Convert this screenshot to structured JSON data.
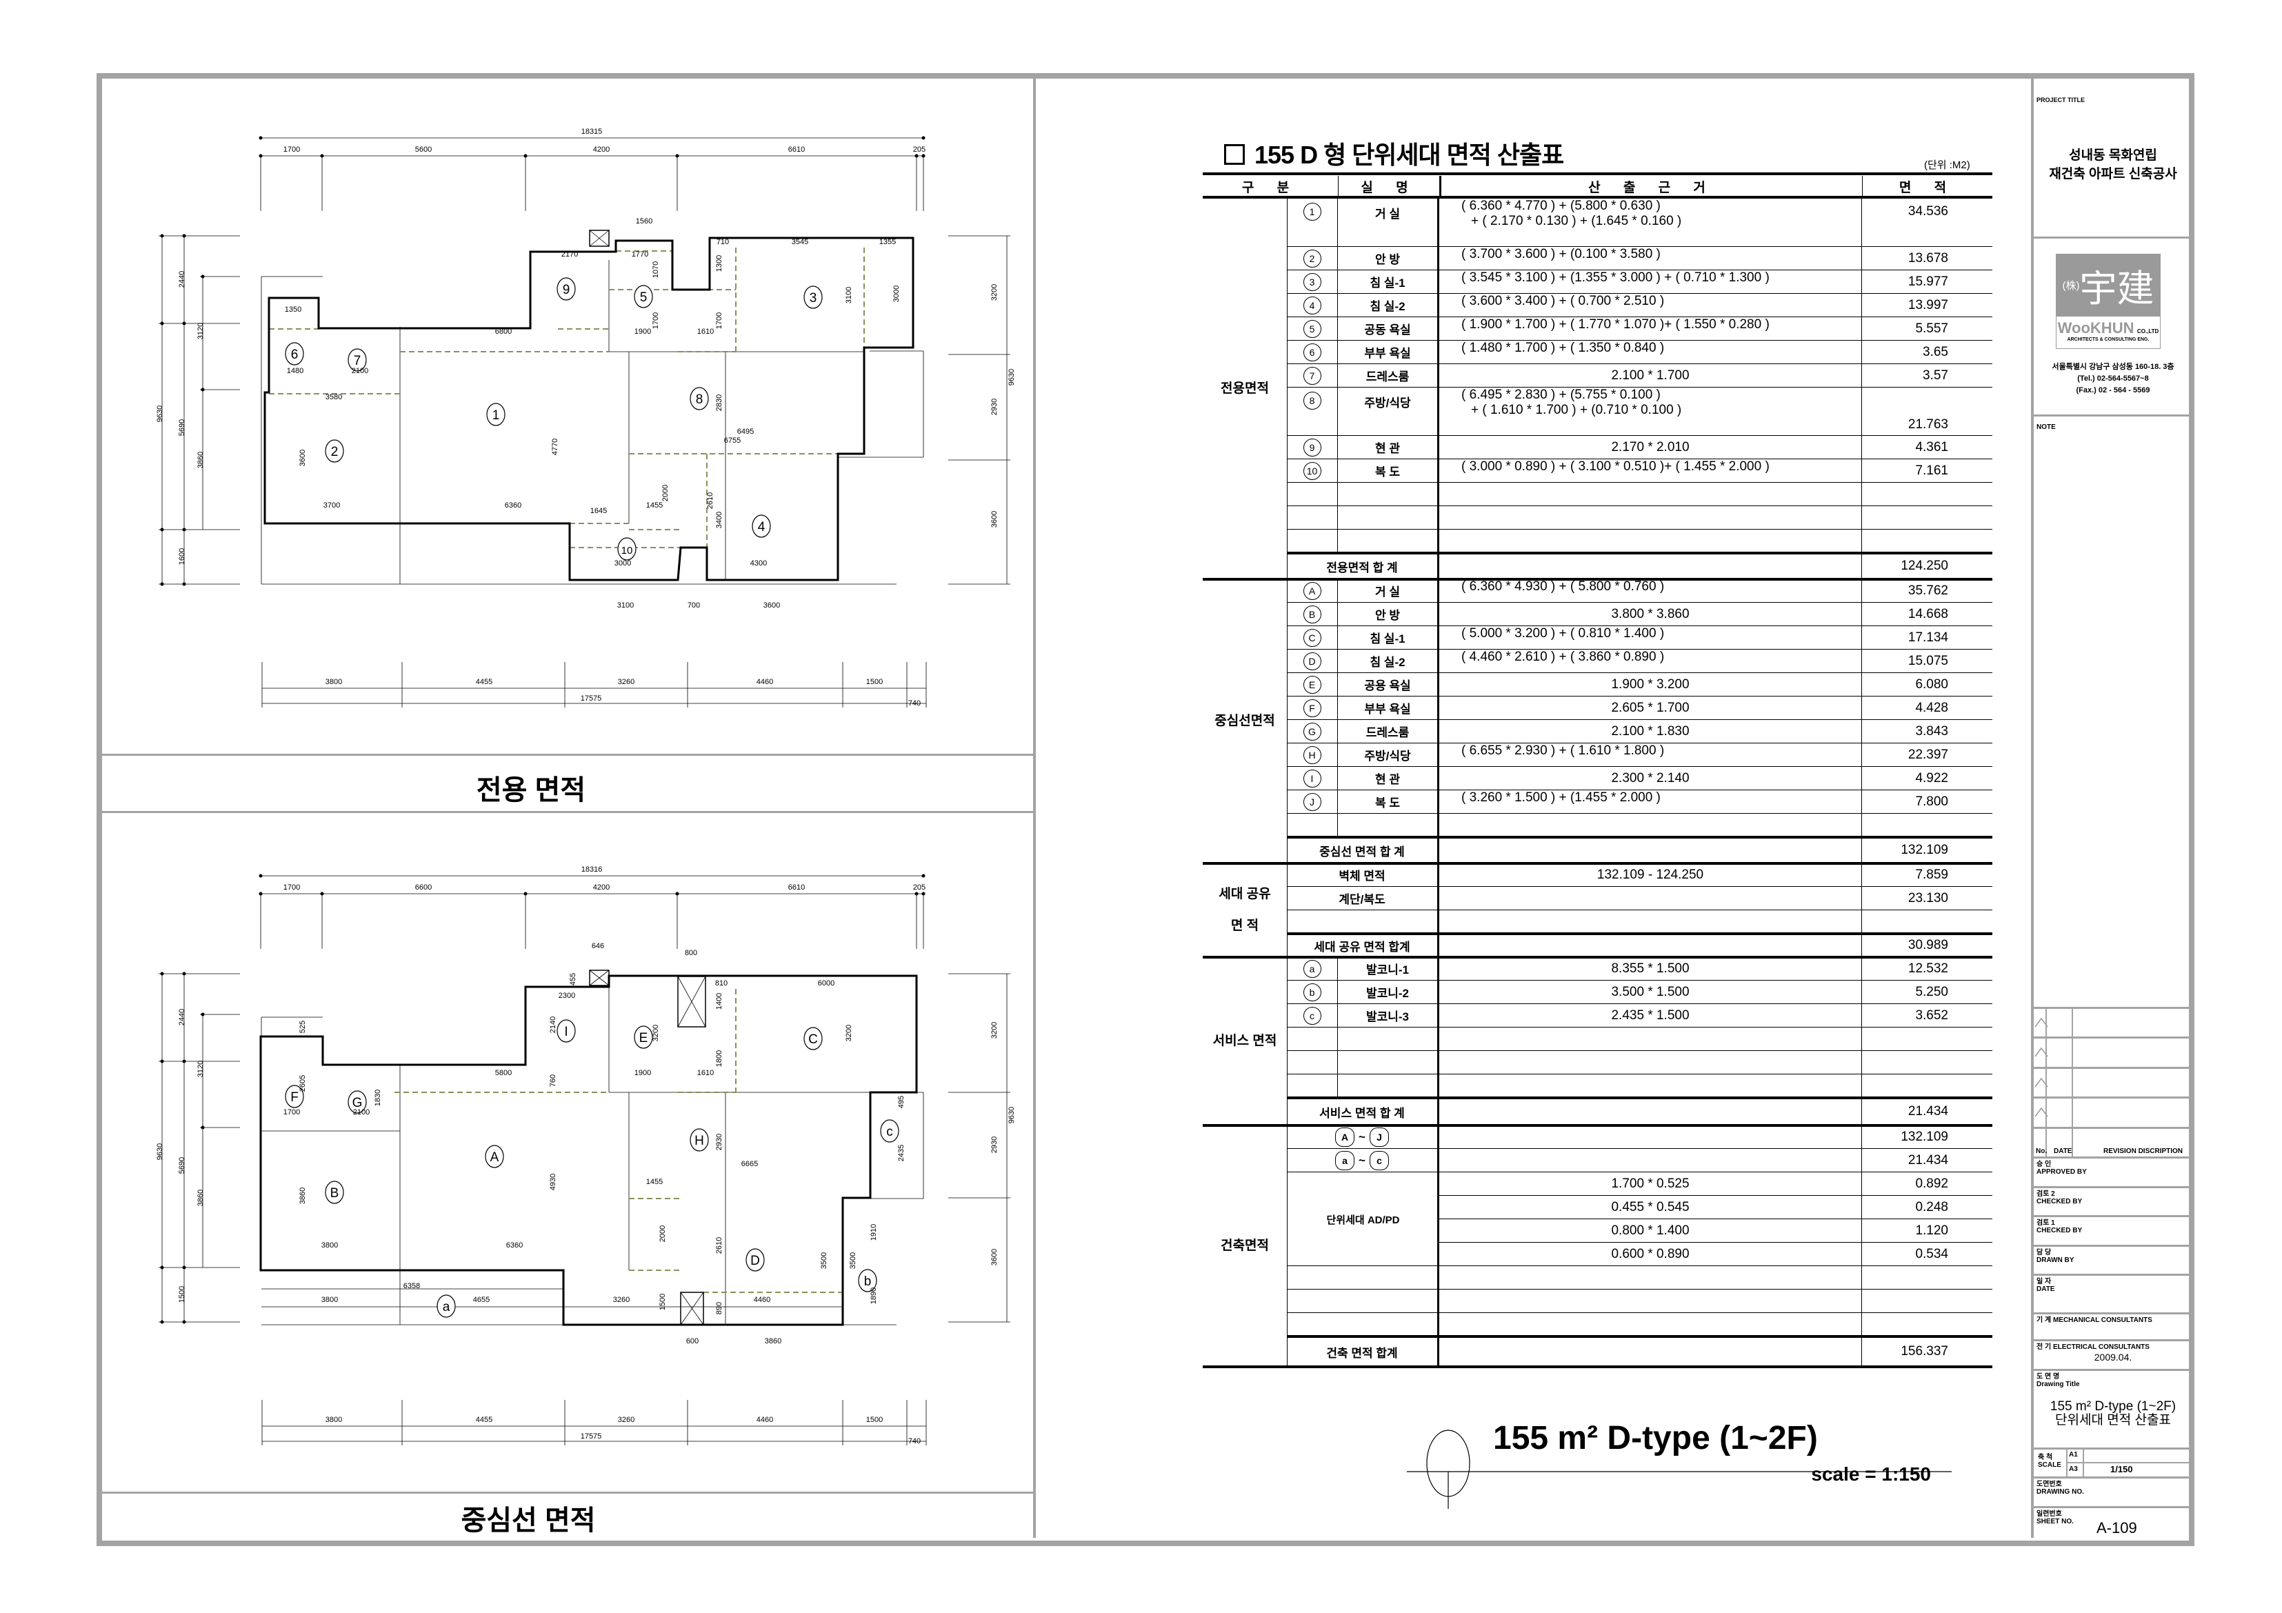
{
  "left_panel": {
    "top_caption": "전용 면적",
    "bottom_caption": "중심선 면적",
    "top_plan": {
      "rooms": [
        "1",
        "2",
        "3",
        "4",
        "5",
        "6",
        "7",
        "8",
        "9",
        "10"
      ],
      "dims": [
        "18315",
        "1700",
        "5600",
        "4200",
        "6610",
        "205",
        "9630",
        "2440",
        "5690",
        "1600",
        "3120",
        "3860",
        "1560",
        "2170",
        "1770",
        "710",
        "3545",
        "1355",
        "1300",
        "3100",
        "3000",
        "1070",
        "1700",
        "1700",
        "1900",
        "1610",
        "6800",
        "1350",
        "1480",
        "2100",
        "3580",
        "2830",
        "6495",
        "6755",
        "4770",
        "3600",
        "3700",
        "6360",
        "1645",
        "1455",
        "2000",
        "2610",
        "3400",
        "3000",
        "4300",
        "3100",
        "700",
        "3600",
        "3800",
        "4455",
        "3260",
        "4460",
        "1500",
        "17575",
        "740",
        "3200",
        "2930",
        "3600",
        "9630"
      ]
    },
    "bottom_plan": {
      "rooms": [
        "A",
        "B",
        "C",
        "D",
        "E",
        "F",
        "G",
        "H",
        "I",
        "c",
        "b",
        "a"
      ],
      "dims": [
        "18316",
        "1700",
        "6600",
        "4200",
        "6610",
        "205",
        "9630",
        "2440",
        "5690",
        "1500",
        "3120",
        "3860",
        "646",
        "800",
        "455",
        "2300",
        "810",
        "6000",
        "1400",
        "3200",
        "3200",
        "2140",
        "1800",
        "5800",
        "1900",
        "1610",
        "760",
        "525",
        "2605",
        "1830",
        "1700",
        "2100",
        "495",
        "2435",
        "2930",
        "6665",
        "4930",
        "3860",
        "1455",
        "3800",
        "6360",
        "2000",
        "2610",
        "3500",
        "3500",
        "1910",
        "1890",
        "6358",
        "3800",
        "4655",
        "3260",
        "1500",
        "890",
        "4460",
        "600",
        "3860",
        "3800",
        "4455",
        "3260",
        "4460",
        "1500",
        "17575",
        "740",
        "3200",
        "2930",
        "3600",
        "9630"
      ]
    }
  },
  "table": {
    "title": "155 D 형 단위세대 면적 산출표",
    "unit": "(단위 :M2)",
    "headers": {
      "category": "구 분",
      "room": "실 명",
      "basis": "산 출 근 거",
      "area": "면 적"
    },
    "sections": [
      {
        "label": [
          "전용면적"
        ],
        "rows": [
          {
            "marker": "1",
            "name": "거 실",
            "basis": [
              "( 6.360 * 4.770 ) + (5.800 * 0.630 )",
              "+ ( 2.170 * 0.130 ) + (1.645 * 0.160 )"
            ],
            "area": "34.536"
          },
          {
            "marker": "2",
            "name": "안 방",
            "basis": [
              "( 3.700 * 3.600 ) + (0.100 * 3.580 )"
            ],
            "area": "13.678"
          },
          {
            "marker": "3",
            "name": "침 실-1",
            "basis": [
              "( 3.545 * 3.100 ) + (1.355 * 3.000 ) + ( 0.710 * 1.300 )"
            ],
            "area": "15.977"
          },
          {
            "marker": "4",
            "name": "침 실-2",
            "basis": [
              "( 3.600 * 3.400 ) + ( 0.700 * 2.510 )"
            ],
            "area": "13.997"
          },
          {
            "marker": "5",
            "name": "공동 욕실",
            "basis": [
              "( 1.900 * 1.700 ) + ( 1.770 * 1.070 )+ ( 1.550 * 0.280 )"
            ],
            "area": "5.557"
          },
          {
            "marker": "6",
            "name": "부부 욕실",
            "basis": [
              "( 1.480 * 1.700 ) + ( 1.350 * 0.840 )"
            ],
            "area": "3.65"
          },
          {
            "marker": "7",
            "name": "드레스룸",
            "basis": [
              "2.100 * 1.700"
            ],
            "area": "3.57"
          },
          {
            "marker": "8",
            "name": "주방/식당",
            "basis": [
              "( 6.495 * 2.830 ) + (5.755 * 0.100 )",
              "+ ( 1.610 * 1.700 ) + (0.710 * 0.100 )"
            ],
            "area": "21.763"
          },
          {
            "marker": "9",
            "name": "현 관",
            "basis": [
              "2.170 * 2.010"
            ],
            "area": "4.361"
          },
          {
            "marker": "10",
            "name": "복 도",
            "basis": [
              "( 3.000 * 0.890 ) + ( 3.100 * 0.510 )+ ( 1.455 * 2.000 )"
            ],
            "area": "7.161"
          }
        ],
        "total": {
          "label": "전용면적 합 계",
          "area": "124.250"
        }
      },
      {
        "label": [
          "중심선면적"
        ],
        "rows": [
          {
            "marker": "A",
            "name": "거 실",
            "basis": [
              "( 6.360 * 4.930 ) + ( 5.800 * 0.760 )"
            ],
            "area": "35.762"
          },
          {
            "marker": "B",
            "name": "안 방",
            "basis": [
              "3.800 * 3.860"
            ],
            "area": "14.668"
          },
          {
            "marker": "C",
            "name": "침 실-1",
            "basis": [
              "( 5.000 * 3.200 ) + ( 0.810 * 1.400 )"
            ],
            "area": "17.134"
          },
          {
            "marker": "D",
            "name": "침 실-2",
            "basis": [
              "( 4.460 * 2.610 ) + ( 3.860 * 0.890 )"
            ],
            "area": "15.075"
          },
          {
            "marker": "E",
            "name": "공용 욕실",
            "basis": [
              "1.900 * 3.200"
            ],
            "area": "6.080"
          },
          {
            "marker": "F",
            "name": "부부 욕실",
            "basis": [
              "2.605 * 1.700"
            ],
            "area": "4.428"
          },
          {
            "marker": "G",
            "name": "드레스룸",
            "basis": [
              "2.100 * 1.830"
            ],
            "area": "3.843"
          },
          {
            "marker": "H",
            "name": "주방/식당",
            "basis": [
              "( 6.655 * 2.930 ) + ( 1.610 * 1.800 )"
            ],
            "area": "22.397"
          },
          {
            "marker": "I",
            "name": "현 관",
            "basis": [
              "2.300 * 2.140"
            ],
            "area": "4.922"
          },
          {
            "marker": "J",
            "name": "복 도",
            "basis": [
              "( 3.260 * 1.500 ) + (1.455 * 2.000 )"
            ],
            "area": "7.800"
          }
        ],
        "total": {
          "label": "중심선 면적 합 계",
          "area": "132.109"
        }
      },
      {
        "label": [
          "세대 공유",
          "면 적"
        ],
        "rows": [
          {
            "name": "벽체 면적",
            "basis": [
              "132.109 - 124.250"
            ],
            "area": "7.859"
          },
          {
            "name": "계단/복도",
            "basis": [],
            "area": "23.130"
          }
        ],
        "total": {
          "label": "세대 공유 면적 합계",
          "area": "30.989"
        }
      },
      {
        "label": [
          "서비스 면적"
        ],
        "rows": [
          {
            "marker": "a",
            "name": "발코니-1",
            "basis": [
              "8.355 * 1.500"
            ],
            "area": "12.532"
          },
          {
            "marker": "b",
            "name": "발코니-2",
            "basis": [
              "3.500 * 1.500"
            ],
            "area": "5.250"
          },
          {
            "marker": "c",
            "name": "발코니-3",
            "basis": [
              "2.435 * 1.500"
            ],
            "area": "3.652"
          }
        ],
        "total": {
          "label": "서비스 면적 합 계",
          "area": "21.434"
        }
      },
      {
        "label": [
          "건축면적"
        ],
        "group_label": "단위세대 AD/PD",
        "rows": [
          {
            "range": [
              "A",
              "J"
            ],
            "basis": [],
            "area": "132.109"
          },
          {
            "range": [
              "a",
              "c"
            ],
            "basis": [],
            "area": "21.434"
          },
          {
            "group": true,
            "basis": [
              "1.700 * 0.525"
            ],
            "area": "0.892"
          },
          {
            "group": true,
            "basis": [
              "0.455 * 0.545"
            ],
            "area": "0.248"
          },
          {
            "group": true,
            "basis": [
              "0.800 * 1.400"
            ],
            "area": "1.120"
          },
          {
            "group": true,
            "basis": [
              "0.600 * 0.890"
            ],
            "area": "0.534"
          }
        ],
        "total": {
          "label": "건축 면적 합계",
          "area": "156.337"
        }
      }
    ]
  },
  "drawing_label": {
    "title": "155 m² D-type (1~2F)",
    "scale": "scale = 1:150"
  },
  "title_block": {
    "project_title_label": "PROJECT TITLE",
    "project_name": [
      "성내동 목화연립",
      "재건축 아파트 신축공사"
    ],
    "logo": {
      "prefix": "(株)",
      "name_cjk": "宇建",
      "name_en": "WooKHUN",
      "suffix": "CO.,LTD",
      "tagline": "ARCHITECTS & CONSULTING ENG.",
      "color": "#9a9a9a"
    },
    "address": "서울특별시 강남구 삼성동 160-18. 3층",
    "tel": "(Tel.) 02-564-5567~8",
    "fax": "(Fax.) 02 - 564 - 5569",
    "note_label": "NOTE",
    "revision_headers": {
      "no": "No.",
      "date": "DATE",
      "description": "REVISION DISCRIPTION"
    },
    "approved": {
      "ko": "승 인",
      "en": "APPROVED BY"
    },
    "checked2": {
      "ko": "검토 2",
      "en": "CHECKED BY"
    },
    "checked1": {
      "ko": "검토 1",
      "en": "CHECKED BY"
    },
    "drawn": {
      "ko": "담 당",
      "en": "DRAWN BY"
    },
    "date": {
      "ko": "일 자",
      "en": "DATE",
      "value": "2009.04."
    },
    "mechanical": "기 계 MECHANICAL CONSULTANTS",
    "electrical": "전 기 ELECTRICAL CONSULTANTS",
    "drawing_title": {
      "ko": "도 면 명",
      "en": "Drawing Title",
      "line1": "155 m² D-type (1~2F)",
      "line2": "단위세대 면적 산출표"
    },
    "scale": {
      "ko": "축 척",
      "en": "SCALE",
      "a1": "A1",
      "a3": "A3",
      "value": "1/150"
    },
    "drawing_no": {
      "ko": "도면번호",
      "en": "DRAWING NO."
    },
    "sheet_no": {
      "ko": "일련번호",
      "en": "SHEET NO.",
      "value": "A-109"
    }
  },
  "colors": {
    "frame": "#a3a3a3",
    "dashed_centerline": "#8a8f5a",
    "ink": "#000000"
  }
}
